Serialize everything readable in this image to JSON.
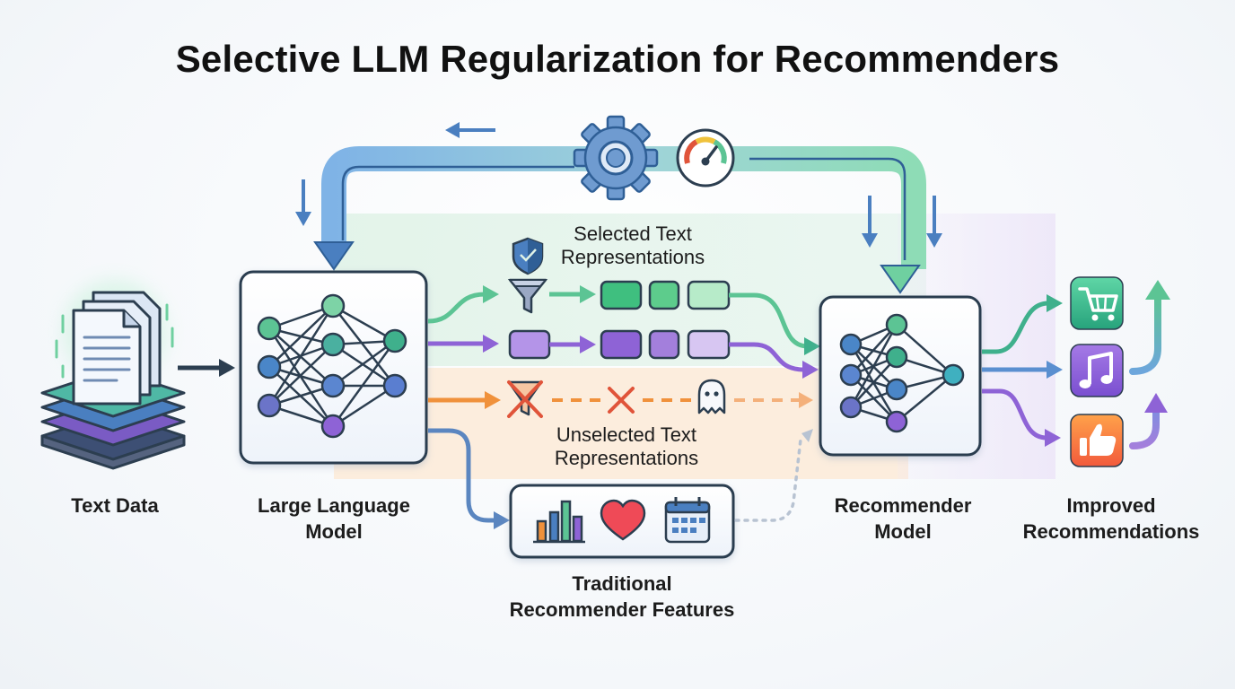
{
  "title": "Selective LLM Regularization for Recommenders",
  "labels": {
    "text_data": "Text Data",
    "llm_line1": "Large Language",
    "llm_line2": "Model",
    "selected_line1": "Selected Text",
    "selected_line2": "Representations",
    "unselected_line1": "Unselected Text",
    "unselected_line2": "Representations",
    "traditional_line1": "Traditional",
    "traditional_line2": "Recommender Features",
    "recommender_line1": "Recommender",
    "recommender_line2": "Model",
    "improved_line1": "Improved",
    "improved_line2": "Recommendations"
  },
  "icons": {
    "gear": "gear-icon",
    "gauge": "gauge-icon",
    "shield": "shield-icon",
    "filter": "filter-icon",
    "ghost": "ghost-icon",
    "cart": "shopping-cart-icon",
    "music": "music-note-icon",
    "like": "thumbs-up-icon",
    "bar_chart": "bar-chart-icon",
    "heart": "heart-icon",
    "calendar": "calendar-icon",
    "documents": "documents-icon"
  },
  "colors": {
    "blue": "#4a7fc0",
    "green": "#5cc494",
    "purple": "#8e63d6",
    "orange": "#f0913b",
    "red": "#e0543a",
    "navy": "#2c3e50"
  }
}
